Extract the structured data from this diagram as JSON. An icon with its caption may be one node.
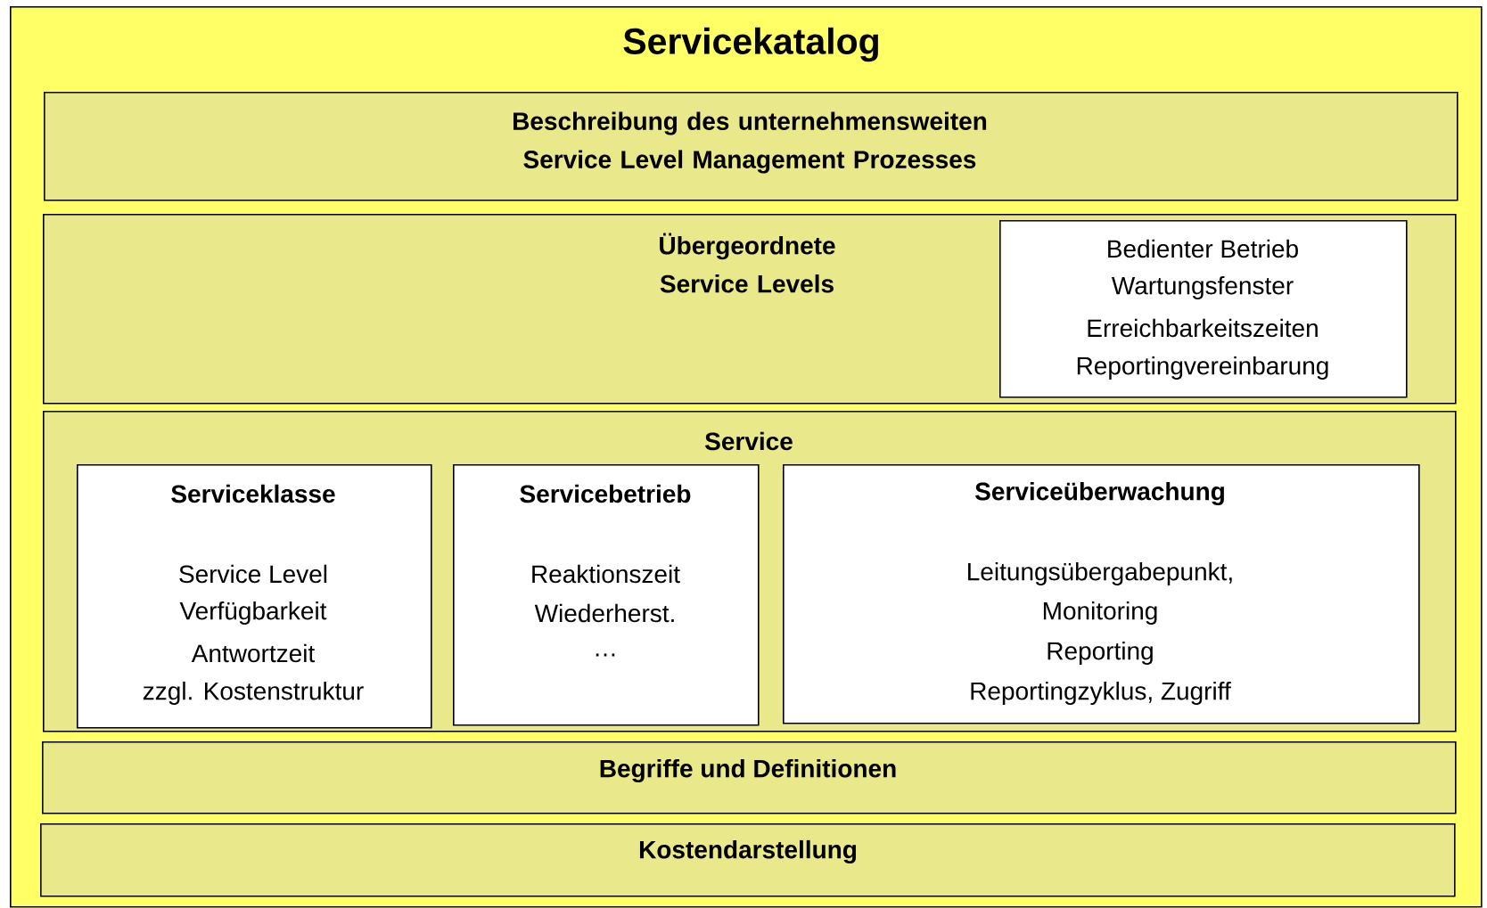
{
  "diagram": {
    "nodes": [
      {
        "text": [
          "Servicekatalog"
        ]
      },
      {
        "text": [
          "Beschreibung des unternehmensweiten Service Level Management Prozesses"
        ],
        "in": 0
      },
      {
        "text": [
          "Übergeordnete Service Levels"
        ],
        "in": 0
      },
      {
        "text": [
          "Bedienter Betrieb",
          "Wartungsfenster",
          "Erreichbarkeitszeiten",
          "Reportingvereinbarung"
        ],
        "in": 2
      },
      {
        "text": [
          "Service"
        ],
        "in": 0
      },
      {
        "text": [
          "Serviceklasse",
          "Service Level",
          "Verfügbarkeit",
          "Antwortzeit",
          "zzgl. Kostenstruktur"
        ],
        "in": 4
      },
      {
        "text": [
          "Servicebetrieb",
          "Reaktionszeit",
          "Wiederherst.",
          "…"
        ],
        "in": 4
      },
      {
        "text": [
          "Serviceüberwachung",
          "Leitungsübergabepunkt,",
          "Monitoring",
          "Reporting",
          "Reportingzyklus, Zugriff"
        ],
        "in": 4
      },
      {
        "text": [
          "Begriffe und Definitionen"
        ],
        "in": 0
      },
      {
        "text": [
          "Kostendarstellung"
        ],
        "in": 0
      }
    ]
  }
}
